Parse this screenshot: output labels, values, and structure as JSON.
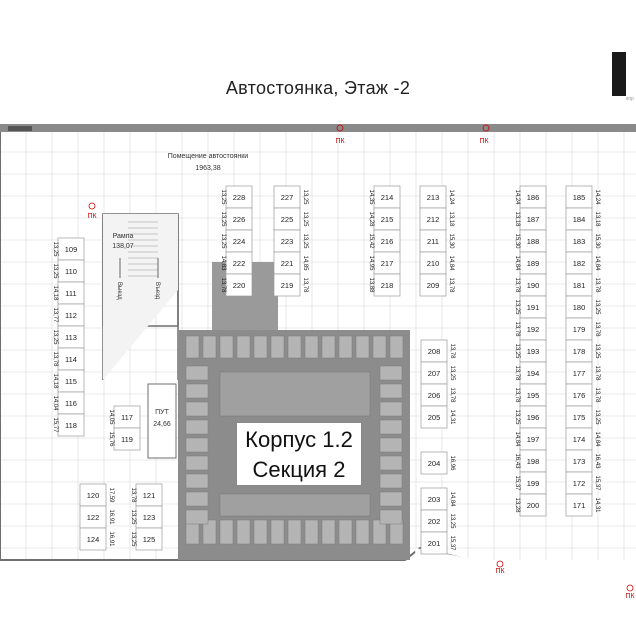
{
  "title": "Автостоянка, Этаж -2",
  "parking_room": {
    "name": "Помещение автостоянки",
    "area": "1963,38"
  },
  "ramp": {
    "name": "Рампа",
    "area": "138,07",
    "exit": "Выезд",
    "entry": "Въезд"
  },
  "put": {
    "name": "ПУТ",
    "area": "24,66"
  },
  "pk_label": "ПК",
  "building": "Корпус 1.2",
  "section": "Секция 2",
  "corner_text": "кор",
  "colors": {
    "grid": "#d8d8d8",
    "wall": "#6f6f6f",
    "core": "#8c8c8c",
    "accent": "#cc0000"
  },
  "spots": [
    {
      "n": "228",
      "a": "13,25"
    },
    {
      "n": "227",
      "a": "13,25"
    },
    {
      "n": "226",
      "a": "13,25"
    },
    {
      "n": "225",
      "a": "13,25"
    },
    {
      "n": "224",
      "a": "13,25"
    },
    {
      "n": "223",
      "a": "13,25"
    },
    {
      "n": "222",
      "a": "14,83"
    },
    {
      "n": "221",
      "a": "14,85"
    },
    {
      "n": "220",
      "a": "13,78"
    },
    {
      "n": "219",
      "a": "13,78"
    },
    {
      "n": "214",
      "a": "14,35"
    },
    {
      "n": "213",
      "a": "14,24"
    },
    {
      "n": "215",
      "a": "14,28"
    },
    {
      "n": "212",
      "a": "13,18"
    },
    {
      "n": "216",
      "a": "15,42"
    },
    {
      "n": "211",
      "a": "15,30"
    },
    {
      "n": "217",
      "a": "14,95"
    },
    {
      "n": "210",
      "a": "14,84"
    },
    {
      "n": "218",
      "a": "13,88"
    },
    {
      "n": "209",
      "a": "13,78"
    },
    {
      "n": "186",
      "a": "14,24"
    },
    {
      "n": "185",
      "a": "14,24"
    },
    {
      "n": "187",
      "a": "13,18"
    },
    {
      "n": "184",
      "a": "13,18"
    },
    {
      "n": "188",
      "a": "15,30"
    },
    {
      "n": "183",
      "a": "15,30"
    },
    {
      "n": "189",
      "a": "14,84"
    },
    {
      "n": "182",
      "a": "14,84"
    },
    {
      "n": "190",
      "a": "13,78"
    },
    {
      "n": "181",
      "a": "13,78"
    },
    {
      "n": "191",
      "a": "13,25"
    },
    {
      "n": "180",
      "a": "13,25"
    },
    {
      "n": "192",
      "a": "13,78"
    },
    {
      "n": "179",
      "a": "13,78"
    },
    {
      "n": "193",
      "a": "13,25"
    },
    {
      "n": "178",
      "a": "13,25"
    },
    {
      "n": "194",
      "a": "13,78"
    },
    {
      "n": "177",
      "a": "13,78"
    },
    {
      "n": "195",
      "a": "13,78"
    },
    {
      "n": "176",
      "a": "13,78"
    },
    {
      "n": "196",
      "a": "13,25"
    },
    {
      "n": "175",
      "a": "13,25"
    },
    {
      "n": "197",
      "a": "14,84"
    },
    {
      "n": "174",
      "a": "14,84"
    },
    {
      "n": "198",
      "a": "16,43"
    },
    {
      "n": "173",
      "a": "16,43"
    },
    {
      "n": "199",
      "a": "15,37"
    },
    {
      "n": "172",
      "a": "15,37"
    },
    {
      "n": "200",
      "a": "13,28"
    },
    {
      "n": "171",
      "a": "14,31"
    },
    {
      "n": "208",
      "a": "13,78"
    },
    {
      "n": "207",
      "a": "13,25"
    },
    {
      "n": "206",
      "a": "13,78"
    },
    {
      "n": "205",
      "a": "14,31"
    },
    {
      "n": "204",
      "a": "16,96"
    },
    {
      "n": "203",
      "a": "14,84"
    },
    {
      "n": "202",
      "a": "13,25"
    },
    {
      "n": "201",
      "a": "15,37"
    },
    {
      "n": "109",
      "a": "13,25"
    },
    {
      "n": "110",
      "a": "13,25"
    },
    {
      "n": "111",
      "a": "14,18"
    },
    {
      "n": "112",
      "a": "13,77"
    },
    {
      "n": "113",
      "a": "13,25"
    },
    {
      "n": "114",
      "a": "13,78"
    },
    {
      "n": "115",
      "a": "14,18"
    },
    {
      "n": "116",
      "a": "14,04"
    },
    {
      "n": "118",
      "a": "15,77"
    },
    {
      "n": "117",
      "a": "14,05"
    },
    {
      "n": "119",
      "a": "15,76"
    },
    {
      "n": "120",
      "a": "17,59"
    },
    {
      "n": "122",
      "a": "16,91"
    },
    {
      "n": "124",
      "a": "16,91"
    },
    {
      "n": "121",
      "a": "13,78"
    },
    {
      "n": "123",
      "a": "13,25"
    },
    {
      "n": "125",
      "a": "13,25"
    }
  ]
}
